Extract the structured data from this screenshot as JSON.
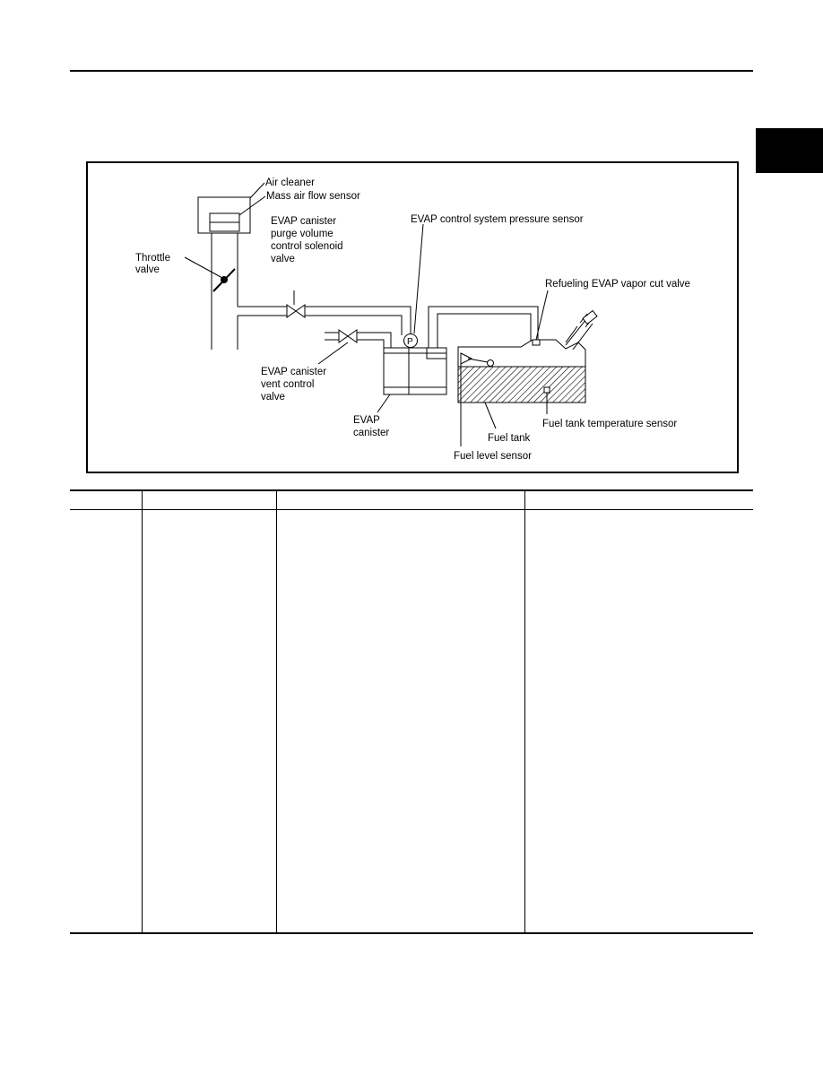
{
  "figure": {
    "labels": {
      "air_cleaner": "Air cleaner",
      "mass_air_flow_sensor": "Mass air flow sensor",
      "throttle_valve": [
        "Throttle",
        "valve"
      ],
      "purge_valve": [
        "EVAP canister",
        "purge volume",
        "control solenoid",
        "valve"
      ],
      "pressure_sensor": "EVAP control system pressure sensor",
      "pressure_symbol": "P",
      "refueling_valve": "Refueling EVAP vapor cut valve",
      "vent_valve": [
        "EVAP canister",
        "vent control",
        "valve"
      ],
      "canister": [
        "EVAP",
        "canister"
      ],
      "fuel_tank_temp_sensor": "Fuel tank temperature sensor",
      "fuel_tank": "Fuel tank",
      "fuel_level_sensor": "Fuel level sensor"
    },
    "colors": {
      "line": "#000000",
      "fuel_hatch": "#000000"
    }
  },
  "table": {
    "headers": [
      "",
      "",
      "",
      ""
    ]
  }
}
